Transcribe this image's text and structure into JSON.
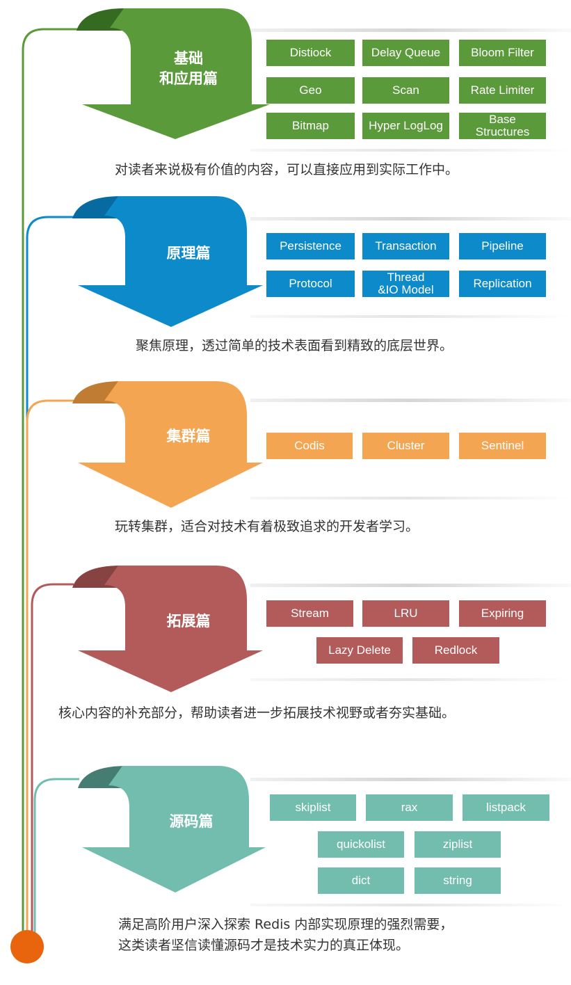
{
  "colors": {
    "green": "#5b9a3b",
    "green_dark": "#356a21",
    "blue": "#0c8ac9",
    "blue_dark": "#076aa0",
    "orange": "#f4a551",
    "orange_dark": "#c17c34",
    "red": "#b35b5b",
    "red_dark": "#874242",
    "teal": "#72bdae",
    "teal_dark": "#467d72",
    "end_dot": "#e8650e"
  },
  "sections": [
    {
      "id": "basics",
      "title": "基础\n和应用篇",
      "tags": [
        "Distiock",
        "Delay Queue",
        "Bloom Filter",
        "Geo",
        "Scan",
        "Rate Limiter",
        "Bitmap",
        "Hyper LogLog",
        "Base\nStructures"
      ],
      "description": "对读者来说极有价值的内容，可以直接应用到实际工作中。"
    },
    {
      "id": "principles",
      "title": "原理篇",
      "tags": [
        "Persistence",
        "Transaction",
        "Pipeline",
        "Protocol",
        "Thread\n&IO Model",
        "Replication"
      ],
      "description": "聚焦原理，透过简单的技术表面看到精致的底层世界。"
    },
    {
      "id": "cluster",
      "title": "集群篇",
      "tags": [
        "Codis",
        "Cluster",
        "Sentinel"
      ],
      "description": "玩转集群，适合对技术有着极致追求的开发者学习。"
    },
    {
      "id": "extension",
      "title": "拓展篇",
      "tags": [
        "Stream",
        "LRU",
        "Expiring",
        "Lazy Delete",
        "Redlock"
      ],
      "description": "核心内容的补充部分，帮助读者进一步拓展技术视野或者夯实基础。"
    },
    {
      "id": "source",
      "title": "源码篇",
      "tags": [
        "skiplist",
        "rax",
        "listpack",
        "quickolist",
        "ziplist",
        "dict",
        "string"
      ],
      "description": "满足高阶用户深入探索 Redis 内部实现原理的强烈需要，\n这类读者坚信读懂源码才是技术实力的真正体现。"
    }
  ]
}
